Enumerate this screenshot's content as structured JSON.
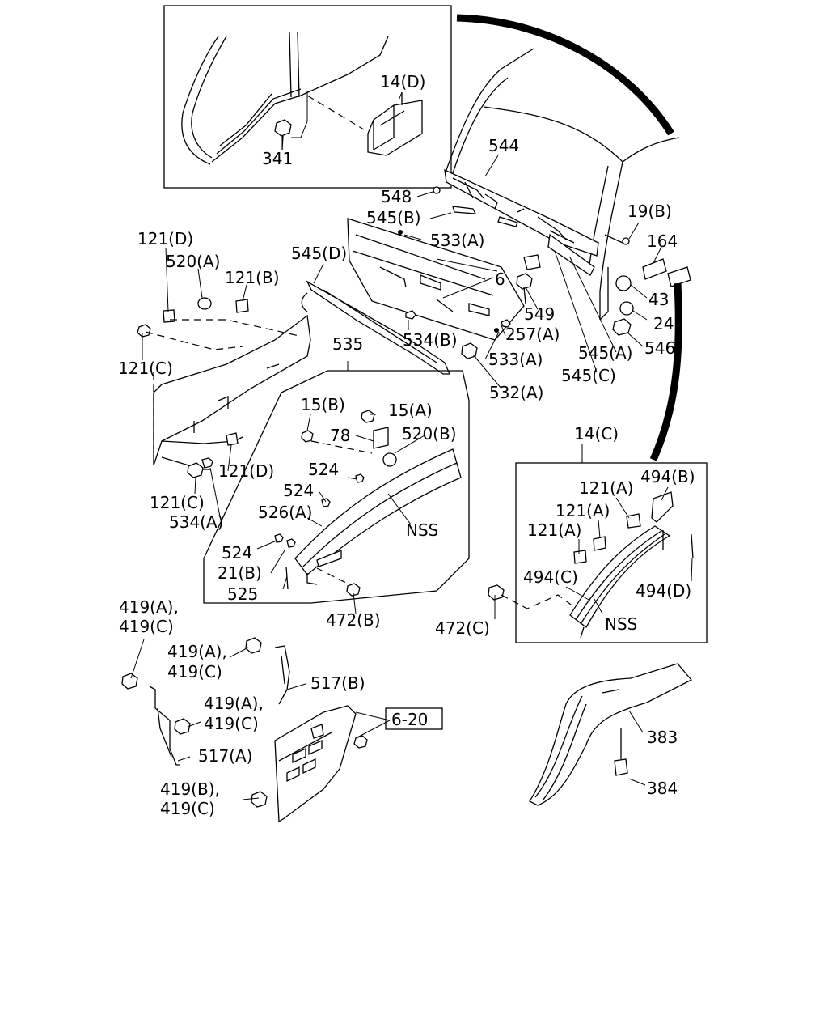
{
  "diagram": {
    "callouts": {
      "c14d": "14(D)",
      "c341": "341",
      "c544": "544",
      "c548": "548",
      "c545b": "545(B)",
      "c19b": "19(B)",
      "c164": "164",
      "c121d_top": "121(D)",
      "c520a": "520(A)",
      "c121b": "121(B)",
      "c545d": "545(D)",
      "c533a_top": "533(A)",
      "c6": "6",
      "c43": "43",
      "c24": "24",
      "c546": "546",
      "c549": "549",
      "c534b": "534(B)",
      "c257a": "257(A)",
      "c545a": "545(A)",
      "c533a_bot": "533(A)",
      "c545c": "545(C)",
      "c121c_top": "121(C)",
      "c535": "535",
      "c532a": "532(A)",
      "c15b": "15(B)",
      "c15a": "15(A)",
      "c78": "78",
      "c520b": "520(B)",
      "c121d_bot": "121(D)",
      "c524_1": "524",
      "c524_2": "524",
      "c526a": "526(A)",
      "c121c_bot": "121(C)",
      "c534a": "534(A)",
      "c524_3": "524",
      "c21b": "21(B)",
      "c525": "525",
      "c472b": "472(B)",
      "nss_mid": "NSS",
      "c14c": "14(C)",
      "c121a_1": "121(A)",
      "c494b": "494(B)",
      "c121a_2": "121(A)",
      "c121a_3": "121(A)",
      "c494c": "494(C)",
      "c494d": "494(D)",
      "c472c": "472(C)",
      "nss_right": "NSS",
      "c419ac_1a": "419(A),",
      "c419ac_1b": "419(C)",
      "c419ac_2a": "419(A),",
      "c419ac_2b": "419(C)",
      "c517b": "517(B)",
      "c419ac_3a": "419(A),",
      "c419ac_3b": "419(C)",
      "c620": "6-20",
      "c517a": "517(A)",
      "c419bc_a": "419(B),",
      "c419bc_b": "419(C)",
      "c383": "383",
      "c384": "384"
    }
  }
}
